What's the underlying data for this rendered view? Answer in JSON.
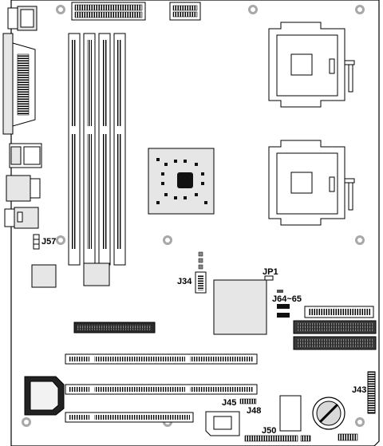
{
  "labels": {
    "j57": "J57",
    "j34": "J34",
    "jp1": "JP1",
    "j64_65": "J64~65",
    "j43": "J43",
    "j45": "J45",
    "j48": "J48",
    "j50": "J50"
  },
  "colors": {
    "board_outline": "#000000",
    "board_fill": "#ffffff",
    "component_fill": "#e6e6e6",
    "dark_component": "#1f1f1f",
    "screw_outer": "#a8a8a8",
    "screw_inner": "#ffffff"
  }
}
